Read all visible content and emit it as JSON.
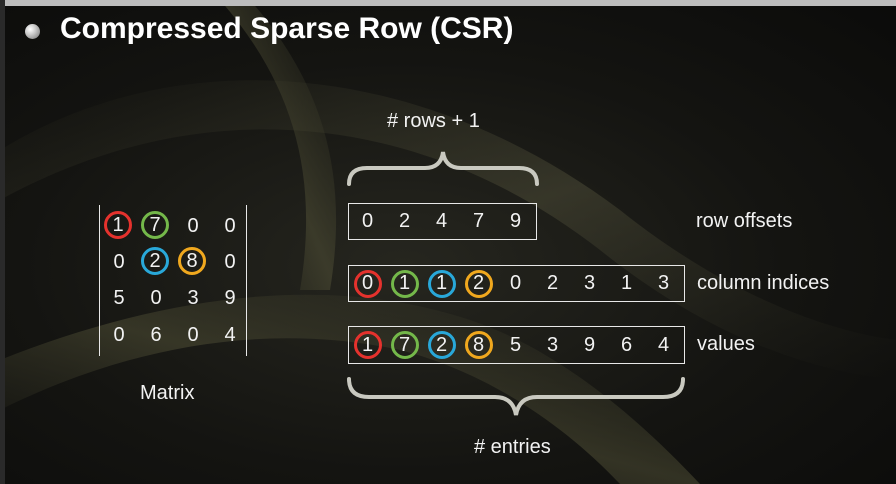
{
  "slide": {
    "title": "Compressed Sparse Row (CSR)",
    "colors": {
      "red": "#e5322d",
      "green": "#74b84a",
      "blue": "#29a8d9",
      "orange": "#f0a81e"
    }
  },
  "matrix": {
    "caption": "Matrix",
    "rows": [
      [
        {
          "v": "1",
          "ring": "red"
        },
        {
          "v": "7",
          "ring": "green"
        },
        {
          "v": "0"
        },
        {
          "v": "0"
        }
      ],
      [
        {
          "v": "0"
        },
        {
          "v": "2",
          "ring": "blue"
        },
        {
          "v": "8",
          "ring": "orange"
        },
        {
          "v": "0"
        }
      ],
      [
        {
          "v": "5"
        },
        {
          "v": "0"
        },
        {
          "v": "3"
        },
        {
          "v": "9"
        }
      ],
      [
        {
          "v": "0"
        },
        {
          "v": "6"
        },
        {
          "v": "0"
        },
        {
          "v": "4"
        }
      ]
    ]
  },
  "csr": {
    "rows_brace_label": "# rows + 1",
    "entries_brace_label": "# entries",
    "row_offsets": {
      "label": "row offsets",
      "values": [
        {
          "v": "0"
        },
        {
          "v": "2"
        },
        {
          "v": "4"
        },
        {
          "v": "7"
        },
        {
          "v": "9"
        }
      ]
    },
    "column_indices": {
      "label": "column indices",
      "values": [
        {
          "v": "0",
          "ring": "red"
        },
        {
          "v": "1",
          "ring": "green"
        },
        {
          "v": "1",
          "ring": "blue"
        },
        {
          "v": "2",
          "ring": "orange"
        },
        {
          "v": "0"
        },
        {
          "v": "2"
        },
        {
          "v": "3"
        },
        {
          "v": "1"
        },
        {
          "v": "3"
        }
      ]
    },
    "values": {
      "label": "values",
      "values": [
        {
          "v": "1",
          "ring": "red"
        },
        {
          "v": "7",
          "ring": "green"
        },
        {
          "v": "2",
          "ring": "blue"
        },
        {
          "v": "8",
          "ring": "orange"
        },
        {
          "v": "5"
        },
        {
          "v": "3"
        },
        {
          "v": "9"
        },
        {
          "v": "6"
        },
        {
          "v": "4"
        }
      ]
    }
  }
}
